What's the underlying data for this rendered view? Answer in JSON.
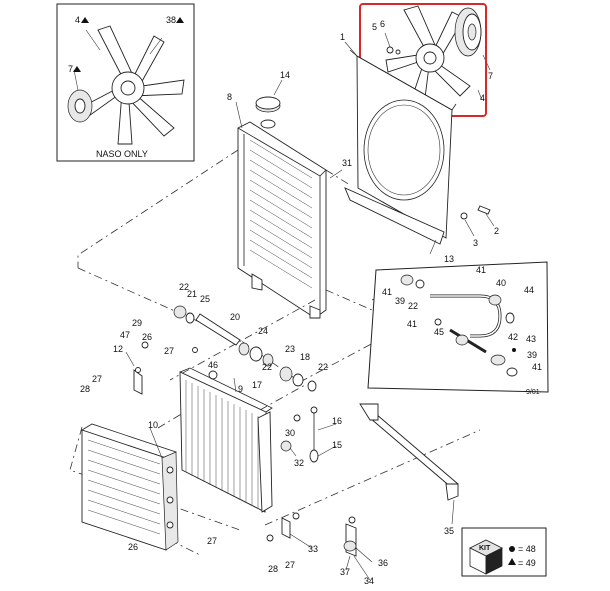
{
  "inset": {
    "caption": "NASO ONLY",
    "labels": [
      "4",
      "38",
      "7"
    ]
  },
  "fan_highlight": {
    "labels": [
      "5",
      "6",
      "1",
      "7",
      "4"
    ]
  },
  "hose_kit": {
    "date_code": "9/01-"
  },
  "kit_legend": {
    "kit_word": "KIT",
    "dot_value": "= 48",
    "triangle_value": "= 49"
  },
  "callouts": [
    {
      "id": "c2",
      "text": "2"
    },
    {
      "id": "c3",
      "text": "3"
    },
    {
      "id": "c8",
      "text": "8"
    },
    {
      "id": "c9",
      "text": "9"
    },
    {
      "id": "c10",
      "text": "10"
    },
    {
      "id": "c12",
      "text": "12"
    },
    {
      "id": "c13",
      "text": "13"
    },
    {
      "id": "c14",
      "text": "14"
    },
    {
      "id": "c15",
      "text": "15"
    },
    {
      "id": "c16",
      "text": "16"
    },
    {
      "id": "c17",
      "text": "17"
    },
    {
      "id": "c18",
      "text": "18"
    },
    {
      "id": "c20",
      "text": "20"
    },
    {
      "id": "c21",
      "text": "21"
    },
    {
      "id": "c22a",
      "text": "22"
    },
    {
      "id": "c22b",
      "text": "22"
    },
    {
      "id": "c22c",
      "text": "22"
    },
    {
      "id": "c22d",
      "text": "22"
    },
    {
      "id": "c23",
      "text": "23"
    },
    {
      "id": "c24",
      "text": "24"
    },
    {
      "id": "c25",
      "text": "25"
    },
    {
      "id": "c26a",
      "text": "26"
    },
    {
      "id": "c26b",
      "text": "26"
    },
    {
      "id": "c27a",
      "text": "27"
    },
    {
      "id": "c27b",
      "text": "27"
    },
    {
      "id": "c27c",
      "text": "27"
    },
    {
      "id": "c27d",
      "text": "27"
    },
    {
      "id": "c28a",
      "text": "28"
    },
    {
      "id": "c28b",
      "text": "28"
    },
    {
      "id": "c29",
      "text": "29"
    },
    {
      "id": "c30",
      "text": "30"
    },
    {
      "id": "c31",
      "text": "31"
    },
    {
      "id": "c32",
      "text": "32"
    },
    {
      "id": "c33",
      "text": "33"
    },
    {
      "id": "c34",
      "text": "34"
    },
    {
      "id": "c35",
      "text": "35"
    },
    {
      "id": "c36",
      "text": "36"
    },
    {
      "id": "c37",
      "text": "37"
    },
    {
      "id": "c39a",
      "text": "39"
    },
    {
      "id": "c39b",
      "text": "39"
    },
    {
      "id": "c40",
      "text": "40"
    },
    {
      "id": "c41a",
      "text": "41"
    },
    {
      "id": "c41b",
      "text": "41"
    },
    {
      "id": "c41c",
      "text": "41"
    },
    {
      "id": "c41d",
      "text": "41"
    },
    {
      "id": "c42",
      "text": "42"
    },
    {
      "id": "c43",
      "text": "43"
    },
    {
      "id": "c44",
      "text": "44"
    },
    {
      "id": "c45",
      "text": "45"
    },
    {
      "id": "c46",
      "text": "46"
    },
    {
      "id": "c47",
      "text": "47"
    }
  ]
}
